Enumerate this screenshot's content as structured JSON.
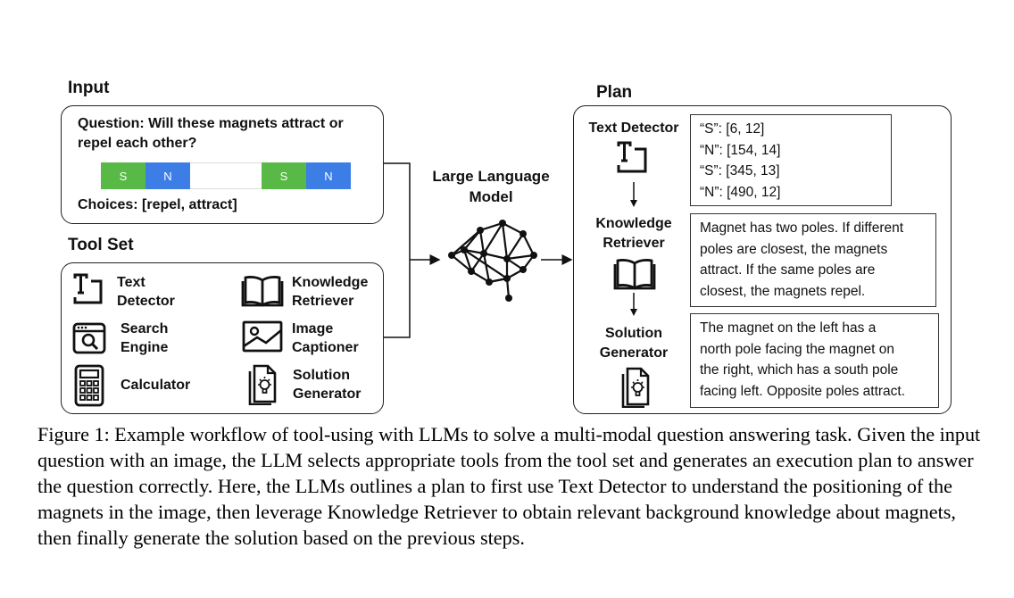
{
  "input": {
    "title": "Input",
    "question": "Question: Will these magnets attract or repel each other?",
    "magnets": [
      {
        "label": "S",
        "color": "#58b947"
      },
      {
        "label": "N",
        "color": "#3d7de6"
      },
      {
        "label": "",
        "color": "#ffffff"
      },
      {
        "label": "S",
        "color": "#58b947"
      },
      {
        "label": "N",
        "color": "#3d7de6"
      }
    ],
    "choices": "Choices: [repel, attract]"
  },
  "toolset": {
    "title": "Tool Set",
    "tools": [
      {
        "line1": "Text",
        "line2": "Detector",
        "icon": "text-detector-icon"
      },
      {
        "line1": "Knowledge",
        "line2": "Retriever",
        "icon": "book-icon"
      },
      {
        "line1": "Search",
        "line2": "Engine",
        "icon": "search-engine-icon"
      },
      {
        "line1": "Image",
        "line2": "Captioner",
        "icon": "image-icon"
      },
      {
        "line1": "Calculator",
        "line2": "",
        "icon": "calculator-icon"
      },
      {
        "line1": "Solution",
        "line2": "Generator",
        "icon": "lightbulb-document-icon"
      }
    ]
  },
  "llm": {
    "line1": "Large Language",
    "line2": "Model",
    "icon": "brain-network-icon"
  },
  "plan": {
    "title": "Plan",
    "steps": [
      {
        "line1": "Text Detector",
        "line2": "",
        "output": [
          "“S”: [6, 12]",
          "“N”: [154, 14]",
          "“S”: [345, 13]",
          "“N”: [490, 12]"
        ]
      },
      {
        "line1": "Knowledge",
        "line2": "Retriever",
        "output": [
          "Magnet has two poles. If different",
          "poles are closest, the magnets",
          "attract. If the same poles are",
          "closest, the magnets repel."
        ]
      },
      {
        "line1": "Solution",
        "line2": "Generator",
        "output": [
          "The magnet on the left has a",
          "north pole facing the magnet on",
          "the right, which has a south pole",
          "facing left. Opposite poles attract."
        ]
      }
    ]
  },
  "caption": "Figure 1: Example workflow of tool-using with LLMs to solve a multi-modal question answering task. Given the input question with an image, the LLM selects appropriate tools from the tool set and generates an execution plan to answer the question correctly. Here, the LLMs outlines a plan to first use Text Detector to understand the positioning of the magnets in the image, then leverage Knowledge Retriever to obtain relevant background knowledge about magnets, then finally generate the solution based on the previous steps."
}
